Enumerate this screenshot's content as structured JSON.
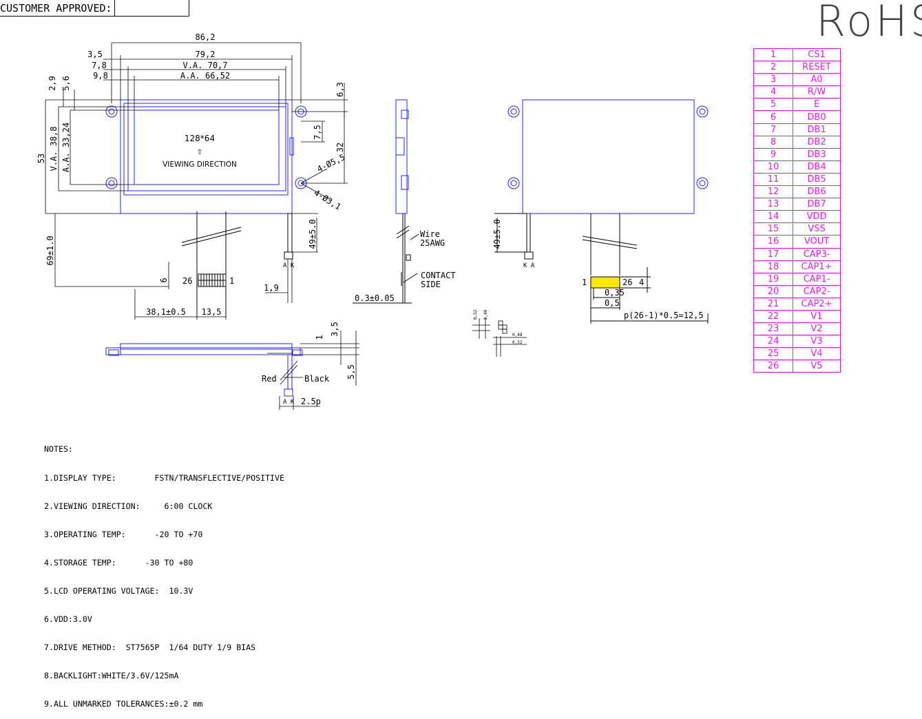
{
  "header": {
    "customer_approved": "CUSTOMER APPROVED:"
  },
  "rohs": "RoHS",
  "pins": [
    {
      "num": "1",
      "signal": "CS1"
    },
    {
      "num": "2",
      "signal": "RESET"
    },
    {
      "num": "3",
      "signal": "A0"
    },
    {
      "num": "4",
      "signal": "R/W"
    },
    {
      "num": "5",
      "signal": "E"
    },
    {
      "num": "6",
      "signal": "DB0"
    },
    {
      "num": "7",
      "signal": "DB1"
    },
    {
      "num": "8",
      "signal": "DB2"
    },
    {
      "num": "9",
      "signal": "DB3"
    },
    {
      "num": "10",
      "signal": "DB4"
    },
    {
      "num": "11",
      "signal": "DB5"
    },
    {
      "num": "12",
      "signal": "DB6"
    },
    {
      "num": "13",
      "signal": "DB7"
    },
    {
      "num": "14",
      "signal": "VDD"
    },
    {
      "num": "15",
      "signal": "VSS"
    },
    {
      "num": "16",
      "signal": "VOUT"
    },
    {
      "num": "17",
      "signal": "CAP3-"
    },
    {
      "num": "18",
      "signal": "CAP1+"
    },
    {
      "num": "19",
      "signal": "CAP1-"
    },
    {
      "num": "20",
      "signal": "CAP2-"
    },
    {
      "num": "21",
      "signal": "CAP2+"
    },
    {
      "num": "22",
      "signal": "V1"
    },
    {
      "num": "23",
      "signal": "V2"
    },
    {
      "num": "24",
      "signal": "V3"
    },
    {
      "num": "25",
      "signal": "V4"
    },
    {
      "num": "26",
      "signal": "V5"
    }
  ],
  "front": {
    "resolution": "128*64",
    "viewing": "VIEWING DIRECTION",
    "d_86_2": "86,2",
    "d_3_5": "3,5",
    "d_79_2": "79,2",
    "d_7_8": "7,8",
    "d_va_70_7": "V.A. 70,7",
    "d_9_8": "9,8",
    "d_aa_66_52": "A.A. 66,52",
    "d_2_9": "2,9",
    "d_5_6": "5,6",
    "d_6_3": "6,3",
    "d_53": "53",
    "d_va_38_8": "V.A. 38,8",
    "d_aa_33_24": "A.A. 33,24",
    "d_7_5": "7,5",
    "d_32": "32",
    "d_hole_5_5": "4-Ø5,5",
    "d_hole_3_1": "4-Ø3,1",
    "d_69": "69±1.0",
    "d_49": "49±5.0",
    "d_6": "6",
    "d_26": "26",
    "d_1": "1",
    "d_1_9": "1,9",
    "d_38_1": "38,1±0.5",
    "d_13_5": "13,5",
    "d_ak": "A K"
  },
  "side": {
    "wire": "Wire",
    "awg": "25AWG",
    "contact": "CONTACT",
    "side": "SIDE",
    "d_0_3": "0.3±0.05"
  },
  "back": {
    "d_49": "49±5.0",
    "d_ka": "K A",
    "d_1": "1",
    "d_26": "26",
    "d_4": "4",
    "d_0_35": "0,35",
    "d_0_5": "0,5",
    "d_pitch": "p(26-1)*0.5=12,5"
  },
  "tiny": {
    "d_052": "0,52",
    "d_048": "0,48",
    "d_048b": "0,48",
    "d_052b": "0,52"
  },
  "bottom": {
    "d_1": "1",
    "d_3_5": "3,5",
    "d_5_5": "5,5",
    "red": "Red",
    "black": "Black",
    "d_ak": "A K",
    "d_2_5p": "2.5p"
  },
  "notes": [
    "NOTES:",
    "1.DISPLAY TYPE:        FSTN/TRANSFLECTIVE/POSITIVE",
    "2.VIEWING DIRECTION:     6:00 CLOCK",
    "3.OPERATING TEMP:      -20 TO +70",
    "4.STORAGE TEMP:      -30 TO +80",
    "5.LCD OPERATING VOLTAGE:  10.3V",
    "6.VDD:3.0V",
    "7.DRIVE METHOD:  ST7565P  1/64 DUTY 1/9 BIAS",
    "8.BACKLIGHT:WHITE/3.6V/125mA",
    "9.ALL UNMARKED TOLERANCES:±0.2 mm"
  ],
  "colors": {
    "outline": "#2020ff",
    "pins": "#e020e0",
    "dim": "#000000",
    "contact": "#ffe800"
  }
}
